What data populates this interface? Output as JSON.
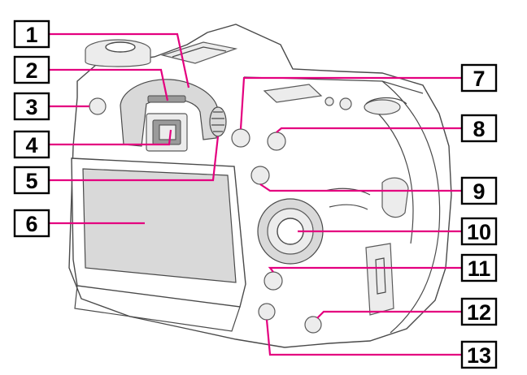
{
  "colors": {
    "leader": "#e4007f",
    "label_border": "#000000",
    "outline": "#4a4a4a"
  },
  "labels": [
    {
      "id": "1",
      "text": "1"
    },
    {
      "id": "2",
      "text": "2"
    },
    {
      "id": "3",
      "text": "3"
    },
    {
      "id": "4",
      "text": "4"
    },
    {
      "id": "5",
      "text": "5"
    },
    {
      "id": "6",
      "text": "6"
    },
    {
      "id": "7",
      "text": "7"
    },
    {
      "id": "8",
      "text": "8"
    },
    {
      "id": "9",
      "text": "9"
    },
    {
      "id": "10",
      "text": "10"
    },
    {
      "id": "11",
      "text": "11"
    },
    {
      "id": "12",
      "text": "12"
    },
    {
      "id": "13",
      "text": "13"
    }
  ]
}
